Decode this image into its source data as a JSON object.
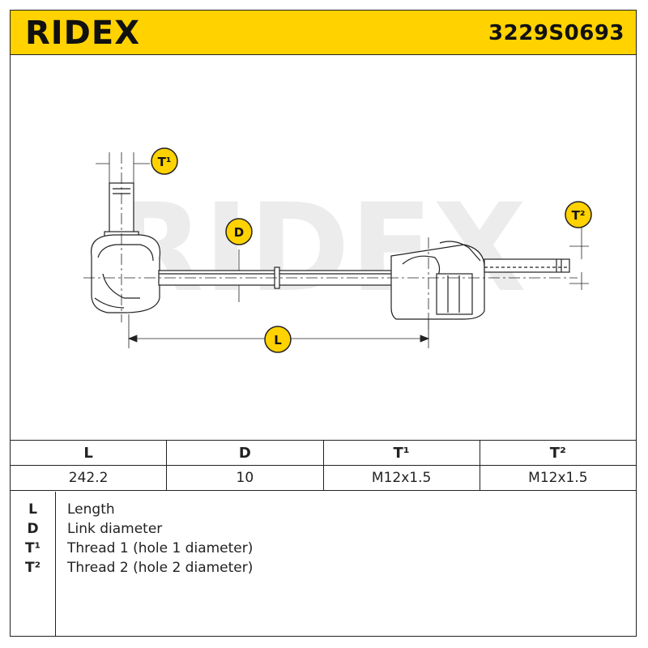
{
  "header": {
    "brand": "RIDEX",
    "part_number": "3229S0693"
  },
  "drawing": {
    "watermark": "RIDEX",
    "callouts": {
      "t1": "T¹",
      "t2": "T²",
      "d": "D",
      "l": "L"
    }
  },
  "spec_table": {
    "headers": [
      "L",
      "D",
      "T¹",
      "T²"
    ],
    "values": [
      "242.2",
      "10",
      "M12x1.5",
      "M12x1.5"
    ]
  },
  "legend": [
    {
      "symbol": "L",
      "description": "Length"
    },
    {
      "symbol": "D",
      "description": "Link diameter"
    },
    {
      "symbol": "T¹",
      "description": "Thread 1 (hole 1 diameter)"
    },
    {
      "symbol": "T²",
      "description": "Thread 2 (hole 2 diameter)"
    }
  ],
  "colors": {
    "brand_yellow": "#ffd200",
    "line": "#222222",
    "watermark": "#ececec"
  }
}
